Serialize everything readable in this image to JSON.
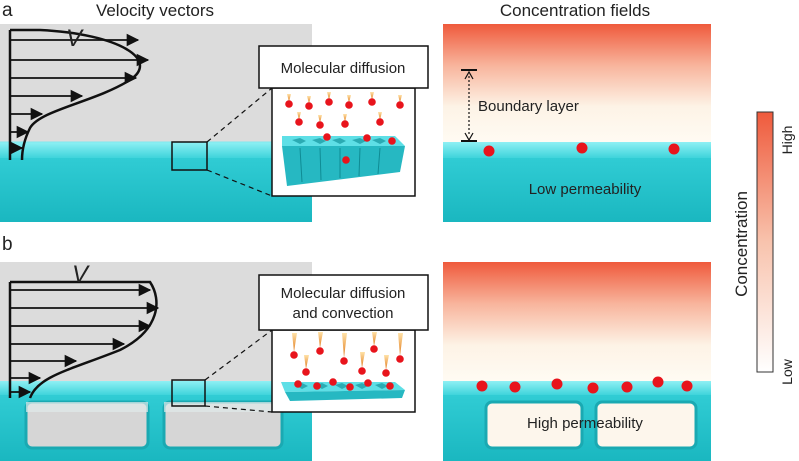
{
  "panels": {
    "a": {
      "letter": "a",
      "velocity_title": "Velocity vectors",
      "concentration_title": "Concentration fields",
      "v_symbol": "V",
      "callout": [
        "Molecular diffusion"
      ],
      "boundary_label": "Boundary layer",
      "membrane_label": "Low permeability"
    },
    "b": {
      "letter": "b",
      "v_symbol": "V",
      "callout": [
        "Molecular diffusion",
        "and convection"
      ],
      "membrane_label": "High permeability"
    }
  },
  "colorbar": {
    "title": "Concentration",
    "high_label": "High",
    "low_label": "Low",
    "high_color": "#ef5a3c",
    "low_color": "#ffffff"
  },
  "colors": {
    "membrane_top": "#6fe3ea",
    "membrane_front": "#22c4cc",
    "background_panel": "#dcdcdc",
    "particle": "#e8141c",
    "concentration_high": "#ef5a3c"
  }
}
